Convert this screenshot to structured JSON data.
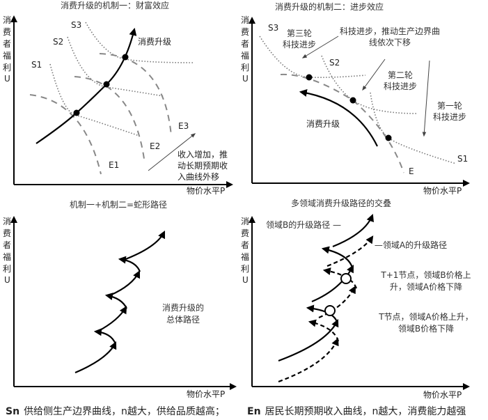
{
  "ylabel_chars": [
    "消",
    "费",
    "者",
    "福",
    "利",
    "U"
  ],
  "xlabel": "物价水平P",
  "panel1": {
    "title": "消费升级的机制一：财富效应",
    "s1": "S1",
    "s2": "S2",
    "s3": "S3",
    "e1": "E1",
    "e2": "E2",
    "e3": "E3",
    "path": "消费升级",
    "note": [
      "收入增加，推",
      "动长期预期收",
      "入曲线外移"
    ]
  },
  "panel2": {
    "title": "消费升级的机制二：进步效应",
    "s1": "S1",
    "s2": "S2",
    "s3": "S3",
    "e": "E",
    "path": "消费升级",
    "round3": [
      "第三轮",
      "科技进步"
    ],
    "round2": [
      "第二轮",
      "科技进步"
    ],
    "round1": [
      "第一轮",
      "科技进步"
    ],
    "note": [
      "科技进步，推动生产边界曲",
      "线依次下移"
    ]
  },
  "panel3": {
    "title": "机制一+机制二=蛇形路径",
    "label": [
      "消费升级的",
      "总体路径"
    ]
  },
  "panel4": {
    "title": "多领域消费升级路径的交叠",
    "path_b": "领域B的升级路径 —",
    "path_a": "—领域A的升级路径",
    "t1": [
      "T+1节点，领域B价格上",
      "升，领域A价格下降"
    ],
    "t0": [
      "T节点，领域A价格上升，",
      "领域B价格下降"
    ]
  },
  "footer": {
    "sn_key": "Sn",
    "sn": "供给侧生产边界曲线，n越大，供给品质越高；",
    "en_key": "En",
    "en": "居民长期预期收入曲线，n越大，消费能力越强"
  }
}
